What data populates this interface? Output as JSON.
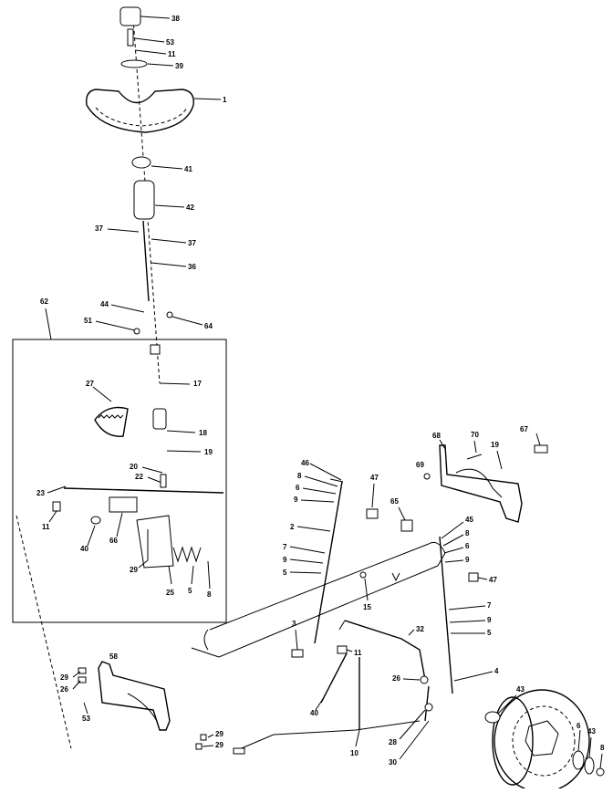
{
  "callouts": {
    "c38": "38",
    "c53a": "53",
    "c11a": "11",
    "c39": "39",
    "c1": "1",
    "c41": "41",
    "c42": "42",
    "c37a": "37",
    "c37b": "37",
    "c36": "36",
    "c62": "62",
    "c44": "44",
    "c51": "51",
    "c64": "64",
    "c27": "27",
    "c17": "17",
    "c18": "18",
    "c19a": "19",
    "c20": "20",
    "c22": "22",
    "c23": "23",
    "c11b": "11",
    "c40a": "40",
    "c66": "66",
    "c29a": "29",
    "c25": "25",
    "c5a": "5",
    "c8a": "8",
    "c46": "46",
    "c8b": "8",
    "c6a": "6",
    "c9a": "9",
    "c2": "2",
    "c7a": "7",
    "c9b": "9",
    "c5b": "5",
    "c47a": "47",
    "c65": "65",
    "c15": "15",
    "c68": "68",
    "c70": "70",
    "c19b": "19",
    "c67": "67",
    "c69": "69",
    "c45": "45",
    "c8c": "8",
    "c6b": "6",
    "c9c": "9",
    "c47b": "47",
    "c7b": "7",
    "c9d": "9",
    "c5c": "5",
    "c32": "32",
    "c3": "3",
    "c11c": "11",
    "c26": "26",
    "c4": "4",
    "c40b": "40",
    "c28": "28",
    "c10": "10",
    "c30": "30",
    "c58": "58",
    "c29b": "29",
    "c26b": "26",
    "c53b": "53",
    "c29c": "29",
    "c29d": "29",
    "c43a": "43",
    "c6c": "6",
    "c43b": "43",
    "c8d": "8"
  }
}
